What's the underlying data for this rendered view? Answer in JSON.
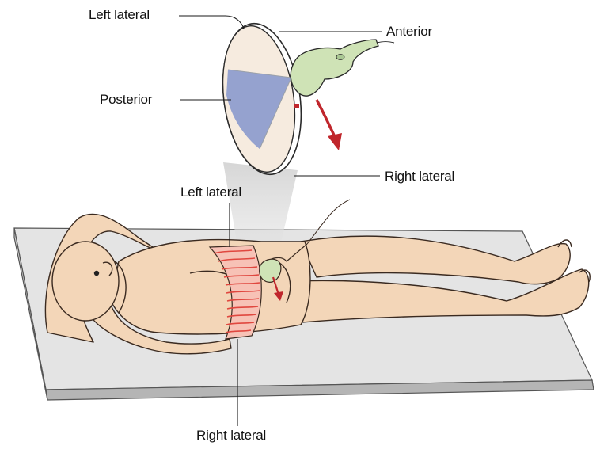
{
  "labels": {
    "disc_left_lateral": "Left lateral",
    "disc_anterior": "Anterior",
    "disc_posterior": "Posterior",
    "disc_right_lateral": "Right lateral",
    "body_left_lateral": "Left lateral",
    "body_right_lateral": "Right lateral"
  },
  "colors": {
    "skin": "#f3d6b8",
    "skin_outline": "#3a2a20",
    "table_top": "#e4e4e4",
    "table_edge": "#b5b5b5",
    "disc_face": "#f6ebdf",
    "disc_shaded": "#95a2cf",
    "probe": "#cfe3b6",
    "arrow": "#c0262c",
    "scan_lines": "#e0473f",
    "beam": "#d9d9d9"
  }
}
